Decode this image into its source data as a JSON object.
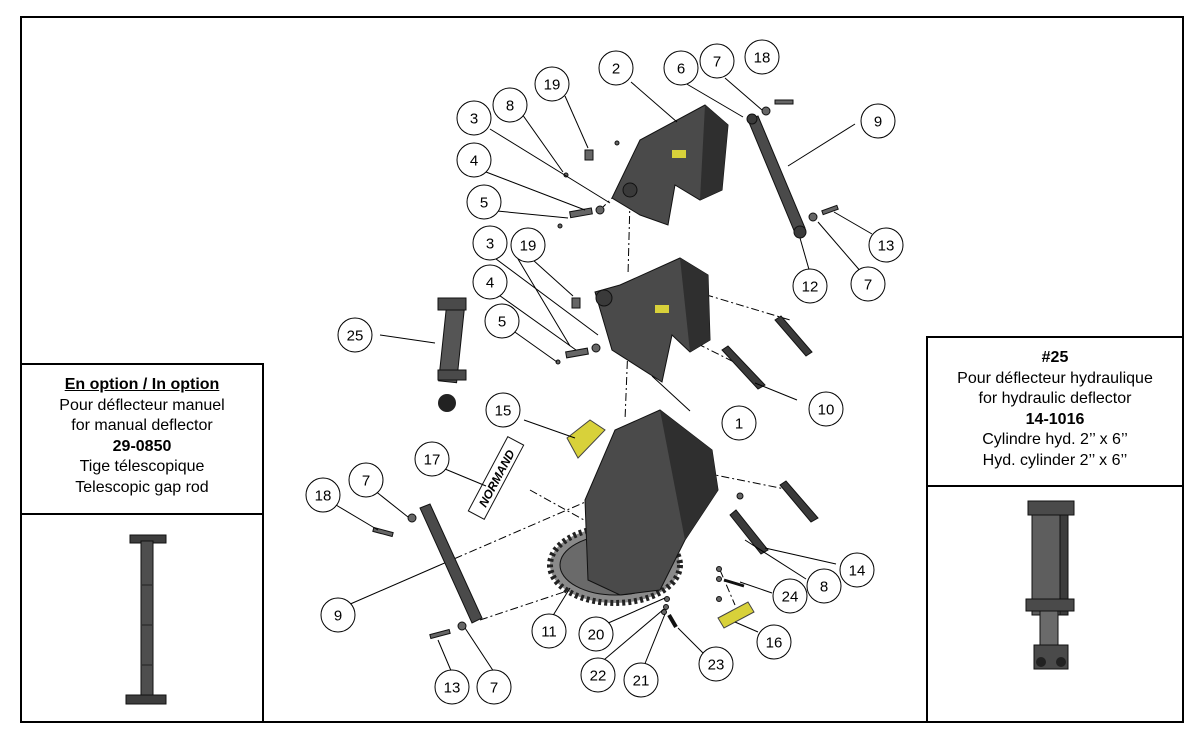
{
  "callouts": [
    "1",
    "2",
    "3",
    "4",
    "5",
    "6",
    "7",
    "8",
    "9",
    "10",
    "11",
    "12",
    "13",
    "14",
    "15",
    "16",
    "17",
    "18",
    "19",
    "20",
    "21",
    "22",
    "23",
    "24",
    "25"
  ],
  "decal_text": "NORMAND",
  "left_box": {
    "heading": "En option / In option",
    "line1": "Pour déflecteur manuel",
    "line2": "for  manual  deflector",
    "part_number": "29-0850",
    "line3": "Tige télescopique",
    "line4": "Telescopic gap rod"
  },
  "right_box": {
    "heading": "#25",
    "line1": "Pour déflecteur hydraulique",
    "line2": "for hydraulic deflector",
    "part_number": "14-1016",
    "line3": "Cylindre hyd.  2’’ x 6’’",
    "line4": "Hyd. cylinder  2’’ x 6’’"
  },
  "colors": {
    "part_fill": "#4a4a4a",
    "part_dark": "#2f2f2f",
    "decal_yellow": "#d8d13a",
    "line": "#000000"
  }
}
